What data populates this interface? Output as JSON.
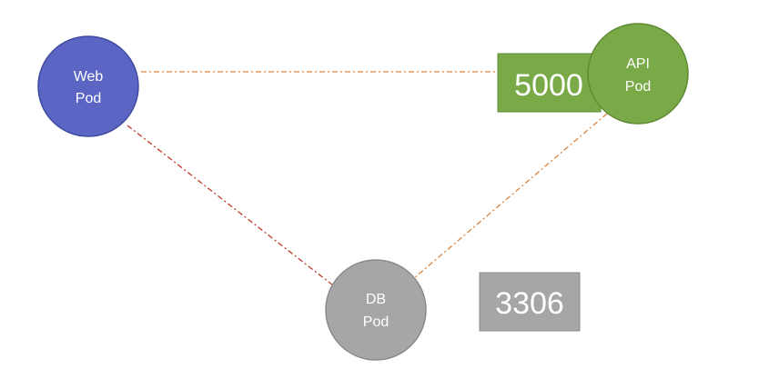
{
  "pods": {
    "web": {
      "line1": "Web",
      "line2": "Pod",
      "fill": "#5B65C4",
      "stroke": "#3F4A9E"
    },
    "api": {
      "line1": "API",
      "line2": "Pod",
      "fill": "#7AAA48",
      "stroke": "#5E8A34"
    },
    "db": {
      "line1": "DB",
      "line2": "Pod",
      "fill": "#A6A6A6",
      "stroke": "#8A8A8A"
    }
  },
  "ports": {
    "api_port": {
      "label": "5000",
      "fill": "#7AAA48",
      "stroke": "#5E8A34"
    },
    "db_port": {
      "label": "3306",
      "fill": "#A6A6A6",
      "stroke": "#8A8A8A"
    }
  },
  "connections": {
    "web_to_api": {
      "color": "#D9843F"
    },
    "web_to_db": {
      "color": "#C0392B"
    },
    "api_to_db": {
      "color": "#D9843F"
    }
  }
}
